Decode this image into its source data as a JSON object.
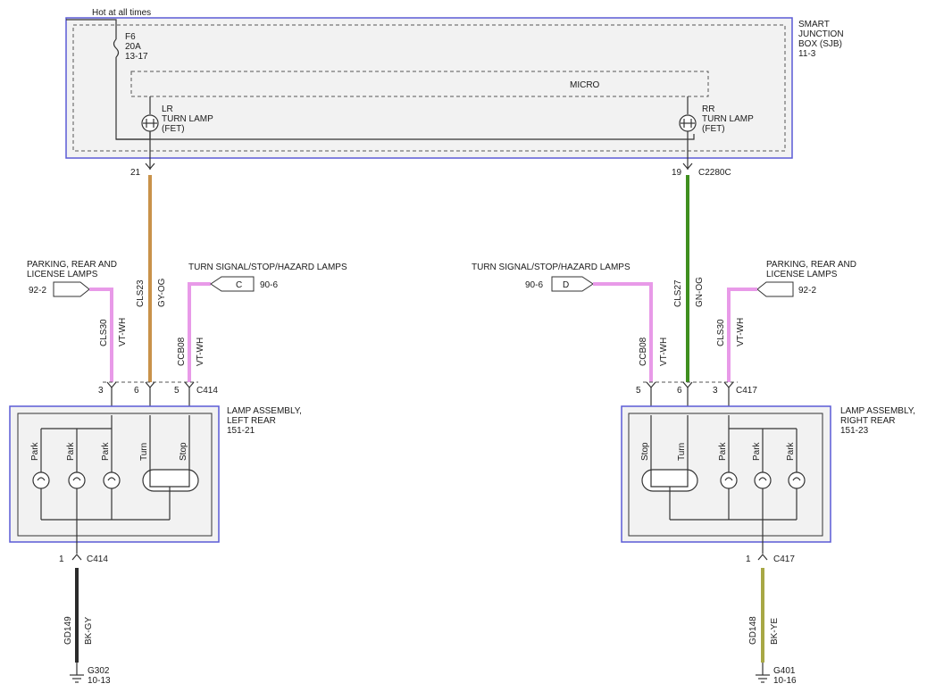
{
  "header": {
    "hot_label": "Hot at all times"
  },
  "sjb": {
    "title": [
      "SMART",
      "JUNCTION",
      "BOX (SJB)",
      "11-3"
    ],
    "fuse": [
      "F6",
      "20A",
      "13-17"
    ],
    "micro": "MICRO",
    "lr_fet": [
      "LR",
      "TURN LAMP",
      "(FET)"
    ],
    "rr_fet": [
      "RR",
      "TURN LAMP",
      "(FET)"
    ],
    "pin_left": "21",
    "pin_right": "19",
    "connector_right": "C2280C"
  },
  "wires": {
    "cls23": "CLS23",
    "gy_og": "GY-OG",
    "cls27": "CLS27",
    "gn_og": "GN-OG",
    "cls30_left": "CLS30",
    "vt_wh_1": "VT-WH",
    "ccb08_left": "CCB08",
    "vt_wh_2": "VT-WH",
    "ccb08_right": "CCB08",
    "vt_wh_3": "VT-WH",
    "cls30_right": "CLS30",
    "vt_wh_4": "VT-WH",
    "gd149": "GD149",
    "bk_gy": "BK-GY",
    "gd148": "GD148",
    "bk_ye": "BK-YE"
  },
  "left": {
    "parking_title": [
      "PARKING, REAR AND",
      "LICENSE LAMPS"
    ],
    "parking_ref": "92-2",
    "turn_title": "TURN SIGNAL/STOP/HAZARD LAMPS",
    "turn_conn_letter": "C",
    "turn_ref": "90-6",
    "pins": [
      "3",
      "6",
      "5"
    ],
    "connector": "C414",
    "assembly": [
      "LAMP ASSEMBLY,",
      "LEFT REAR",
      "151-21"
    ],
    "lamps": [
      "Park",
      "Park",
      "Park",
      "Turn",
      "Stop"
    ],
    "gnd_pin": "1",
    "gnd_connector": "C414",
    "ground": "G302",
    "ground_ref": "10-13"
  },
  "right": {
    "parking_title": [
      "PARKING, REAR AND",
      "LICENSE LAMPS"
    ],
    "parking_ref": "92-2",
    "turn_title": "TURN SIGNAL/STOP/HAZARD LAMPS",
    "turn_conn_letter": "D",
    "turn_ref": "90-6",
    "pins": [
      "5",
      "6",
      "3"
    ],
    "connector": "C417",
    "assembly": [
      "LAMP ASSEMBLY,",
      "RIGHT REAR",
      "151-23"
    ],
    "lamps": [
      "Stop",
      "Turn",
      "Park",
      "Park",
      "Park"
    ],
    "gnd_pin": "1",
    "gnd_connector": "C417",
    "ground": "G401",
    "ground_ref": "10-16"
  },
  "colors": {
    "box_border": "#5b5bd6",
    "box_fill": "#f2f2f2",
    "violet_white": "#e89ae8",
    "gray_orange": "#c9924a",
    "green_orange": "#3f8f1f",
    "black_gray": "#2b2b2b",
    "black_yellow": "#a8a845"
  }
}
